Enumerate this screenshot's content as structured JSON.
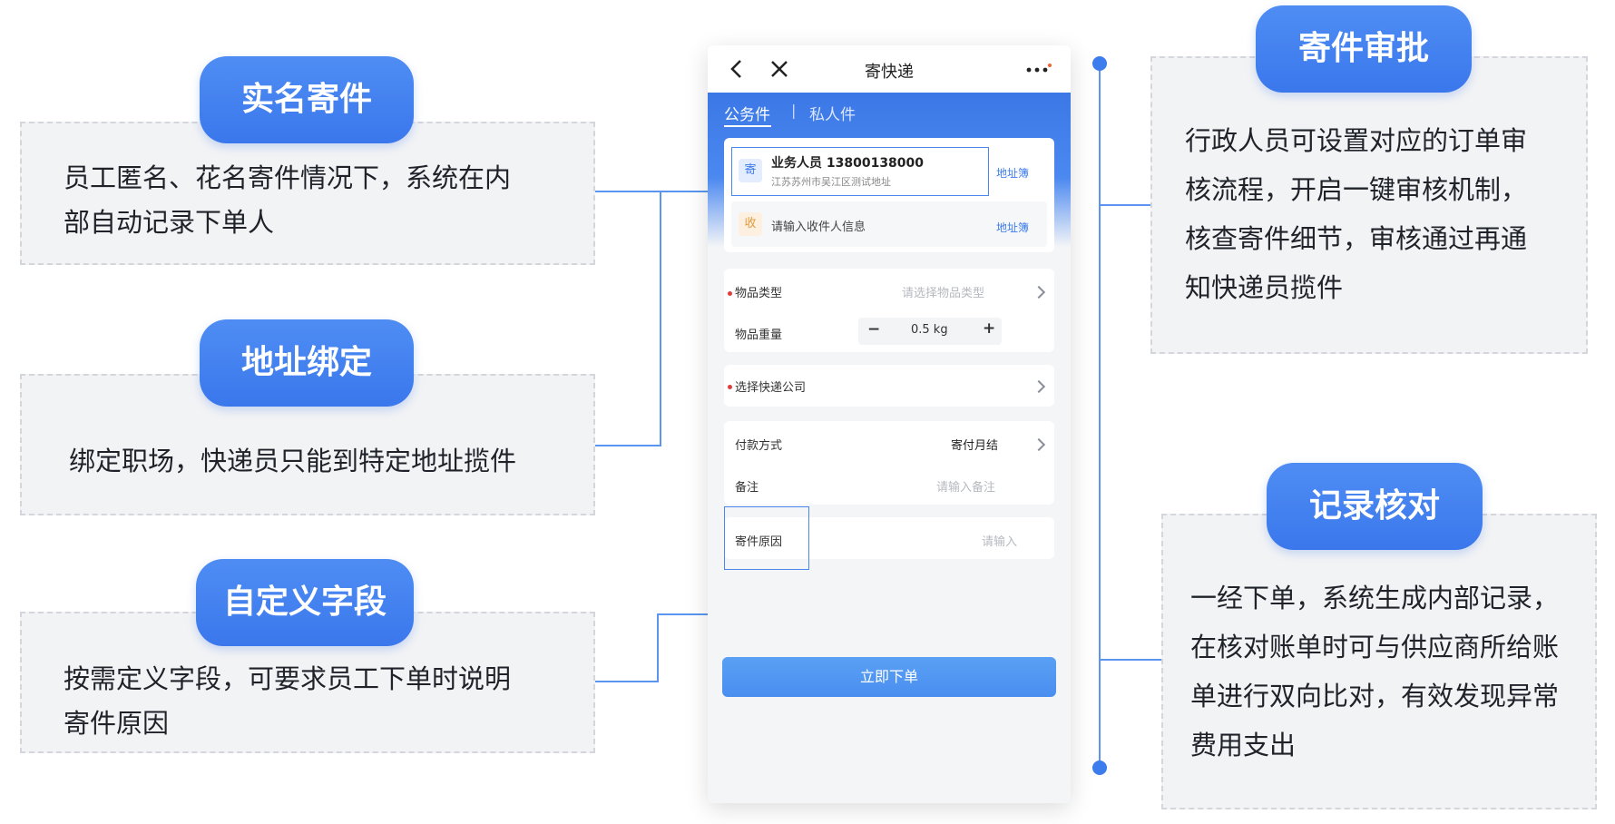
{
  "features": {
    "realname": {
      "title": "实名寄件",
      "desc_line1": "员工匿名、花名寄件情况下，系统在内",
      "desc_line2": "部自动记录下单人"
    },
    "address": {
      "title": "地址绑定",
      "desc_line1": "绑定职场，快递员只能到特定地址揽件"
    },
    "custom": {
      "title": "自定义字段",
      "desc_line1": "按需定义字段，可要求员工下单时说明",
      "desc_line2": "寄件原因"
    },
    "approval": {
      "title": "寄件审批",
      "desc_line1": "行政人员可设置对应的订单审",
      "desc_line2": "核流程，开启一键审核机制，",
      "desc_line3": "核查寄件细节，审核通过再通",
      "desc_line4": "知快递员揽件"
    },
    "record": {
      "title": "记录核对",
      "desc_line1": "一经下单，系统生成内部记录，",
      "desc_line2": "在核对账单时可与供应商所给账",
      "desc_line3": "单进行双向比对，有效发现异常",
      "desc_line4": "费用支出"
    }
  },
  "phone": {
    "title": "寄快递",
    "tabs": {
      "official": "公务件",
      "separator": "|",
      "private": "私人件"
    },
    "sender": {
      "badge": "寄",
      "name_phone": "业务人员 13800138000",
      "address": "江苏苏州市吴江区测试地址",
      "book": "地址簿"
    },
    "receiver": {
      "badge": "收",
      "placeholder": "请输入收件人信息",
      "book": "地址簿"
    },
    "item_type": {
      "label": "物品类型",
      "placeholder": "请选择物品类型"
    },
    "weight": {
      "label": "物品重量",
      "minus": "−",
      "value": "0.5 kg",
      "plus": "+"
    },
    "courier": {
      "label": "选择快递公司"
    },
    "payment": {
      "label": "付款方式",
      "value": "寄付月结"
    },
    "remark": {
      "label": "备注",
      "placeholder": "请输入备注"
    },
    "reason": {
      "label": "寄件原因",
      "placeholder": "请输入"
    },
    "submit": "立即下单"
  },
  "colors": {
    "accent": "#3d7cec",
    "box_bg": "#f2f3f5"
  }
}
